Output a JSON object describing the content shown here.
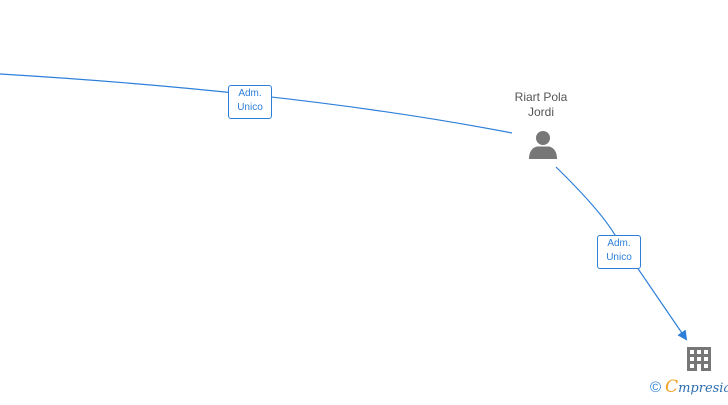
{
  "graph": {
    "edges": [
      {
        "label_line1": "Adm.",
        "label_line2": "Unico"
      },
      {
        "label_line1": "Adm.",
        "label_line2": "Unico"
      }
    ],
    "person": {
      "name_line1": "Riart Pola",
      "name_line2": "Jordi",
      "icon": "person-icon"
    },
    "company": {
      "icon": "building-icon"
    }
  },
  "brand": {
    "copyright_symbol": "©",
    "name_initial": "C",
    "name_rest": "mpresia"
  },
  "colors": {
    "edge": "#2d7fd9",
    "icon": "#777777",
    "brand_blue": "#2d6fb0",
    "brand_orange": "#f0a020"
  }
}
